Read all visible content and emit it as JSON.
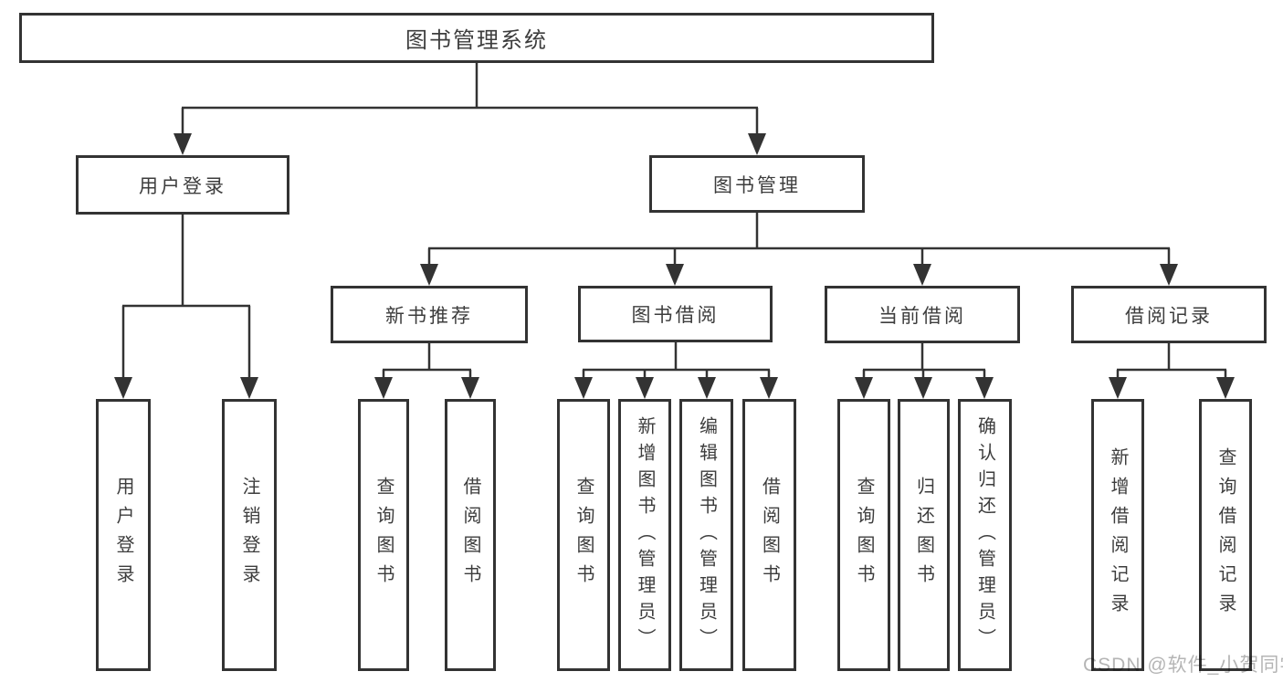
{
  "diagram": {
    "title": "图书管理系统",
    "branches": [
      {
        "label": "用户登录",
        "items": [
          "用户登录",
          "注销登录"
        ]
      },
      {
        "label": "图书管理",
        "groups": [
          {
            "label": "新书推荐",
            "items": [
              "查询图书",
              "借阅图书"
            ]
          },
          {
            "label": "图书借阅",
            "items": [
              "查询图书",
              "新增图书（管理员）",
              "编辑图书（管理员）",
              "借阅图书"
            ]
          },
          {
            "label": "当前借阅",
            "items": [
              "查询图书",
              "归还图书",
              "确认归还（管理员）"
            ]
          },
          {
            "label": "借阅记录",
            "items": [
              "新增借阅记录",
              "查询借阅记录"
            ]
          }
        ]
      }
    ]
  },
  "watermark": {
    "text": "CSDN @软件_小贺同学"
  },
  "colors": {
    "line": "#333333",
    "text": "#3d3d3d",
    "watermark": "#b5b5b5",
    "background": "#ffffff"
  }
}
